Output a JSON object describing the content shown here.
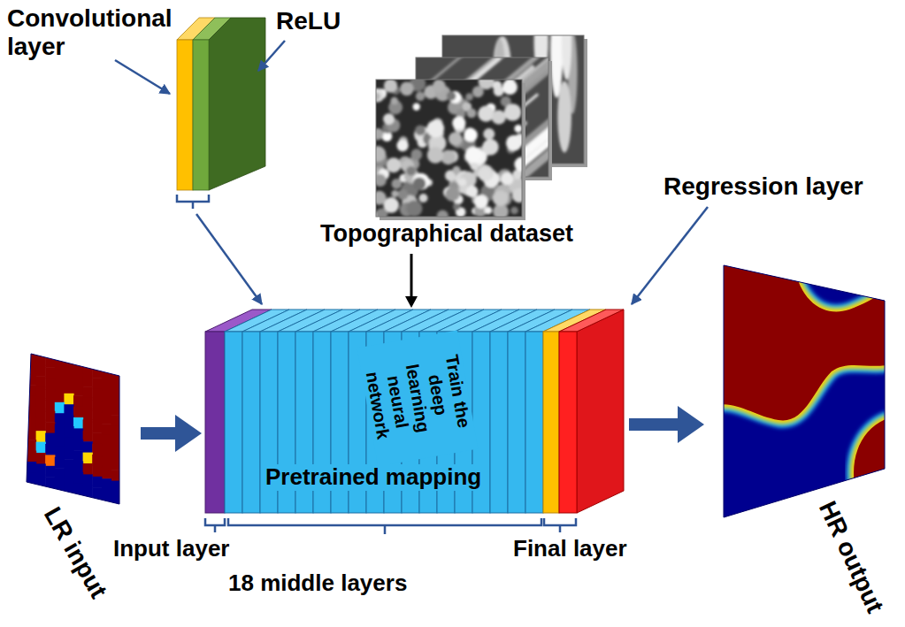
{
  "diagram": {
    "nodes": [
      {
        "text": [
          "LR input"
        ]
      },
      {
        "text": [
          "Train the deep learning neural network",
          "Pretrained mapping"
        ]
      },
      {
        "text": [
          "HR output"
        ]
      },
      {
        "text": [
          "Topographical dataset"
        ]
      }
    ],
    "edges": [
      {
        "from": 0,
        "to": 1,
        "arrow": "to"
      },
      {
        "from": 1,
        "to": 2,
        "arrow": "to"
      },
      {
        "from": 3,
        "to": 1,
        "arrow": "to"
      }
    ],
    "labels": [
      "Convolutional layer",
      "ReLU",
      "Regression layer",
      "Input layer",
      "18 middle layers",
      "Final layer"
    ]
  }
}
